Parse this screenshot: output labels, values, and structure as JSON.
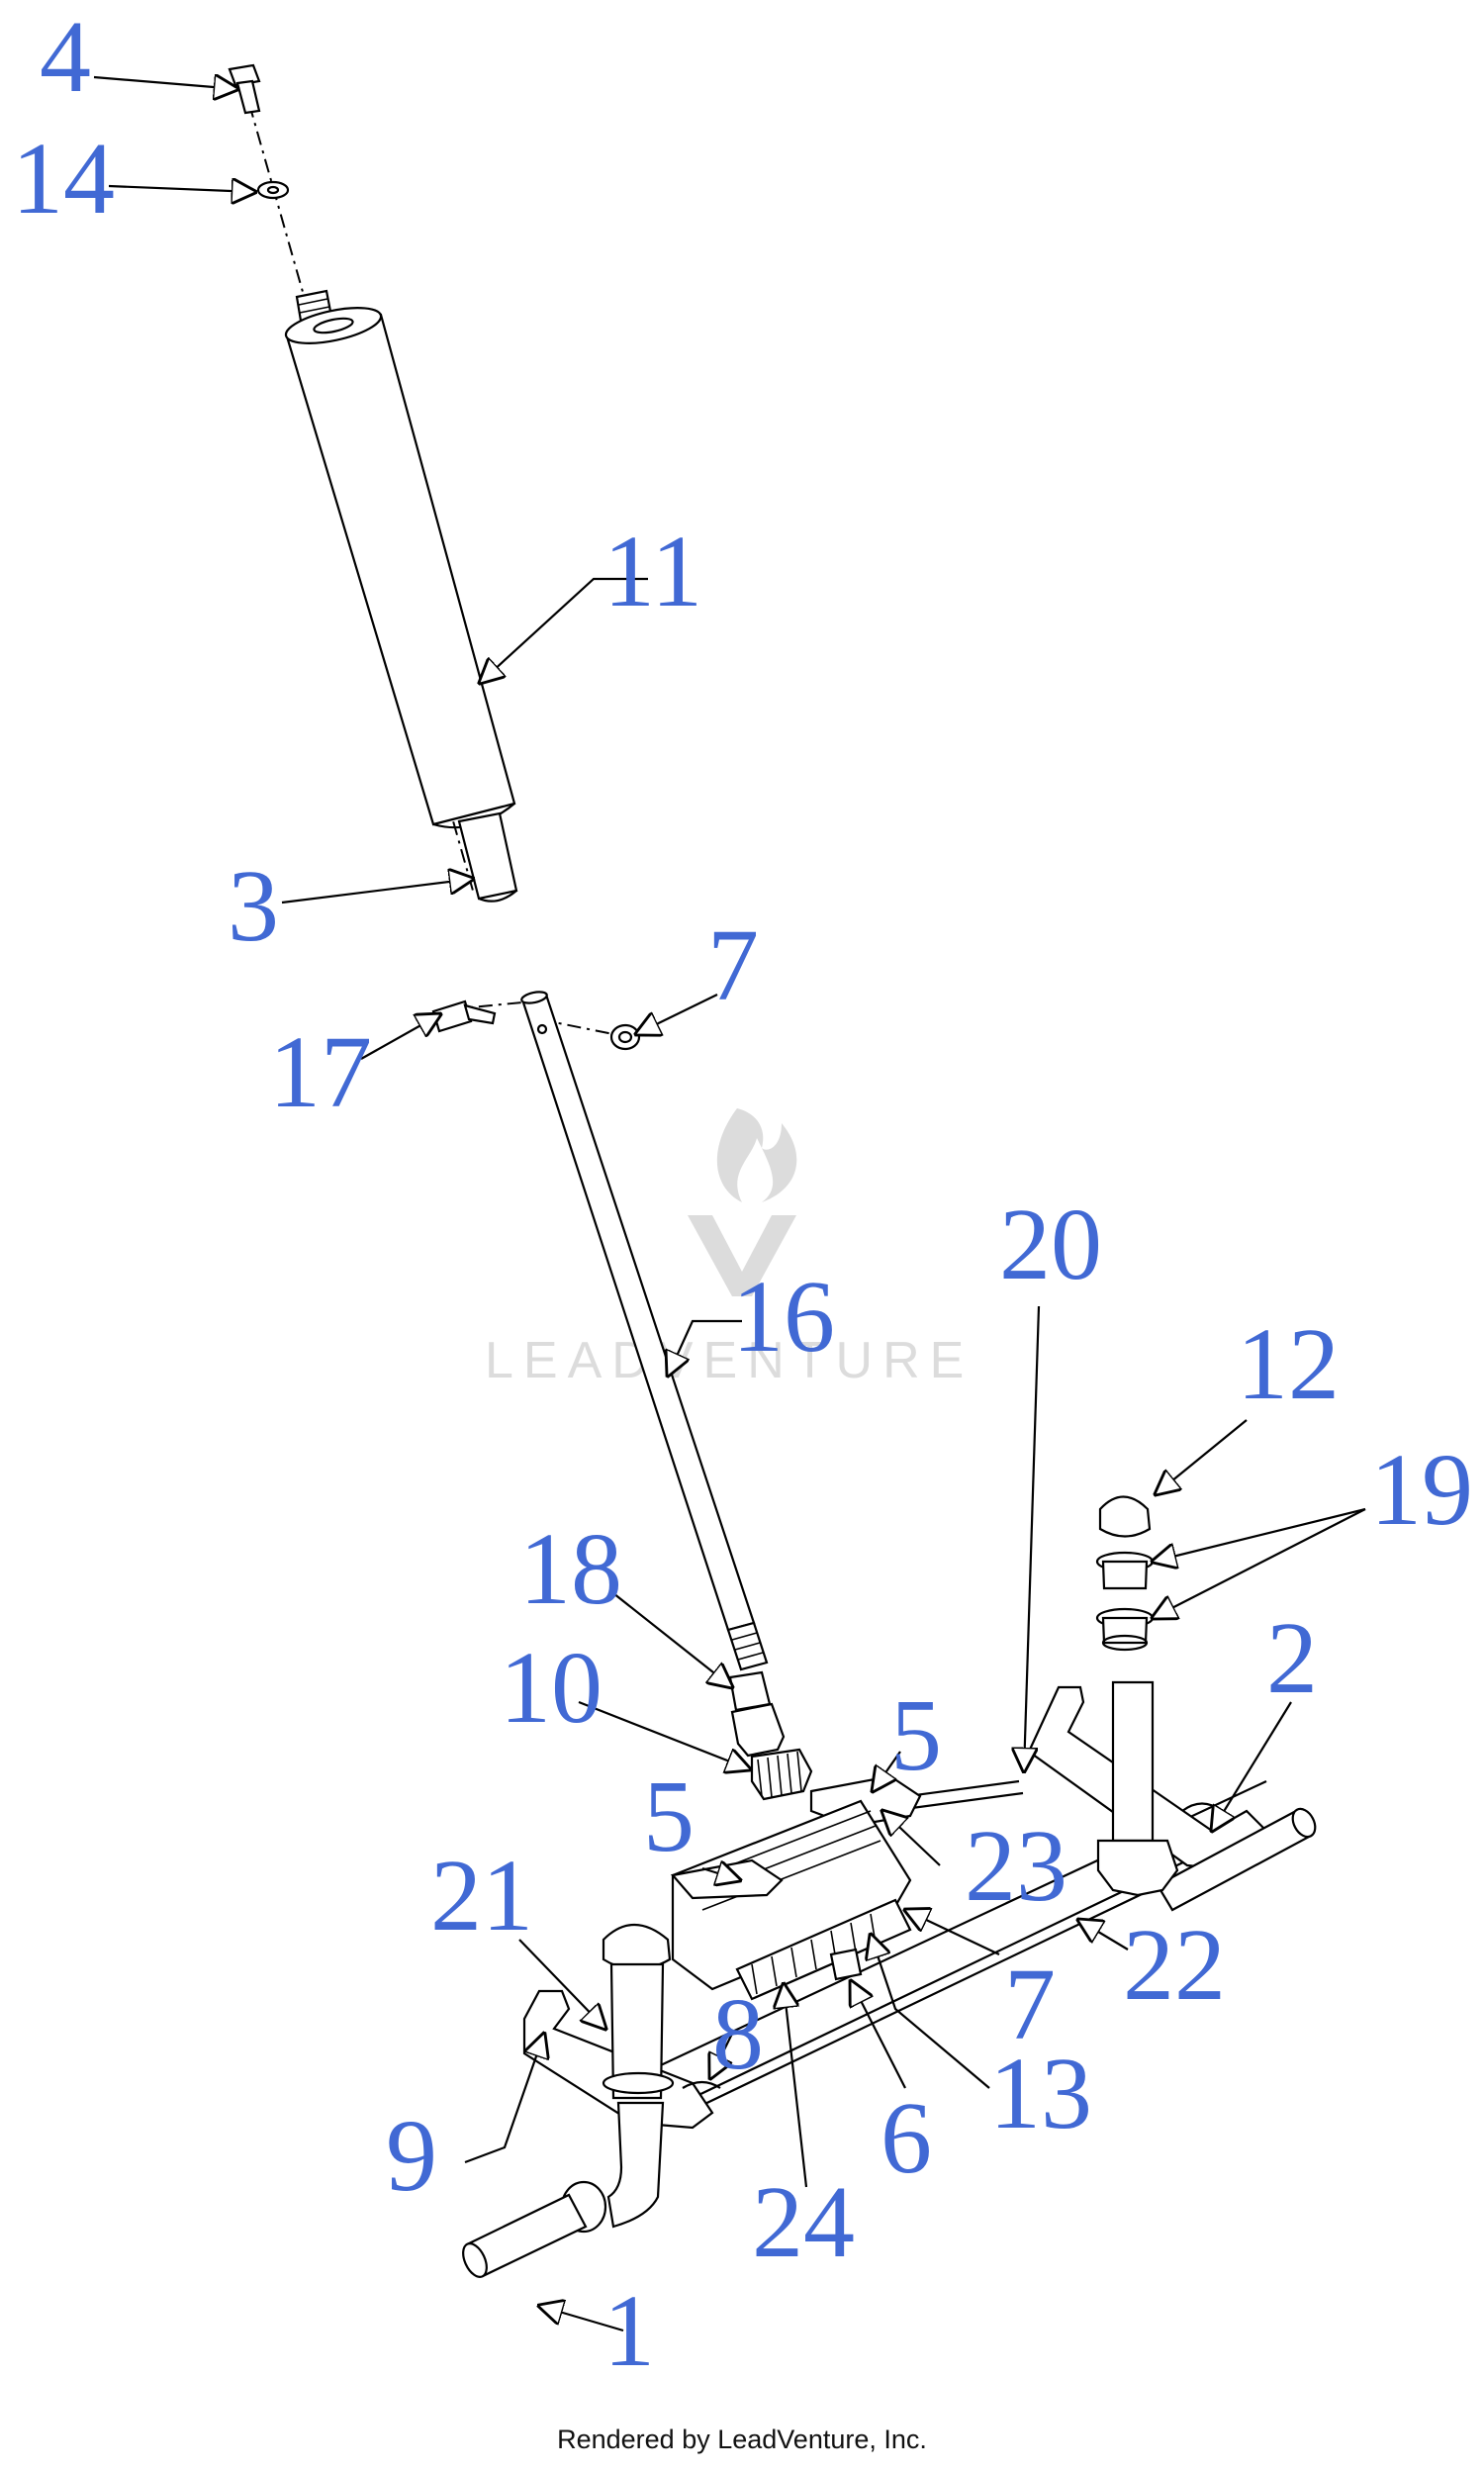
{
  "diagram": {
    "labels": [
      "4",
      "14",
      "11",
      "3",
      "7",
      "17",
      "16",
      "20",
      "12",
      "19",
      "18",
      "10",
      "5",
      "2",
      "5",
      "23",
      "21",
      "22",
      "7",
      "8",
      "13",
      "9",
      "6",
      "24",
      "1"
    ],
    "watermark": "LEADVENTURE"
  },
  "footer": {
    "text": "Rendered by LeadVenture, Inc."
  }
}
